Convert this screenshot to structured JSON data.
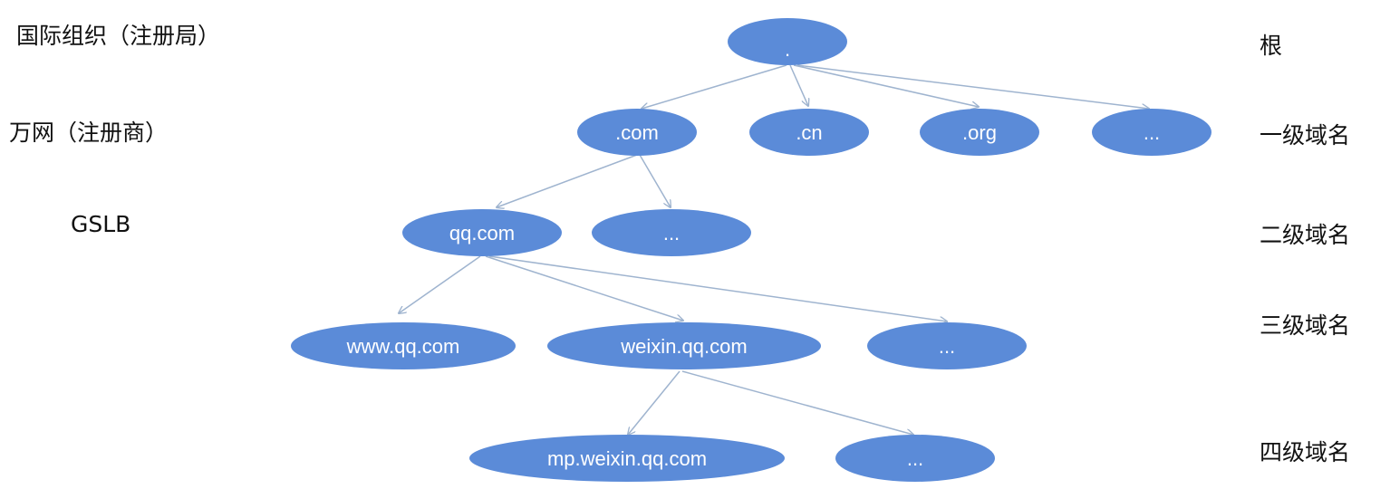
{
  "colors": {
    "node_fill": "#5b8bd8",
    "edge": "#9fb4cf",
    "text_dark": "#111111",
    "node_text": "#ffffff"
  },
  "left_labels": {
    "root": "国际组织（注册局）",
    "tld": "万网（注册商）",
    "gslb": "GSLB"
  },
  "level_labels": {
    "root": "根",
    "level1": "一级域名",
    "level2": "二级域名",
    "level3": "三级域名",
    "level4": "四级域名"
  },
  "nodes": {
    "root": ".",
    "com": ".com",
    "cn": ".cn",
    "org": ".org",
    "tld_more": "...",
    "qq": "qq.com",
    "com_more": "...",
    "www": "www.qq.com",
    "weixin": "weixin.qq.com",
    "qq_more": "...",
    "mp": "mp.weixin.qq.com",
    "weixin_more": "..."
  }
}
